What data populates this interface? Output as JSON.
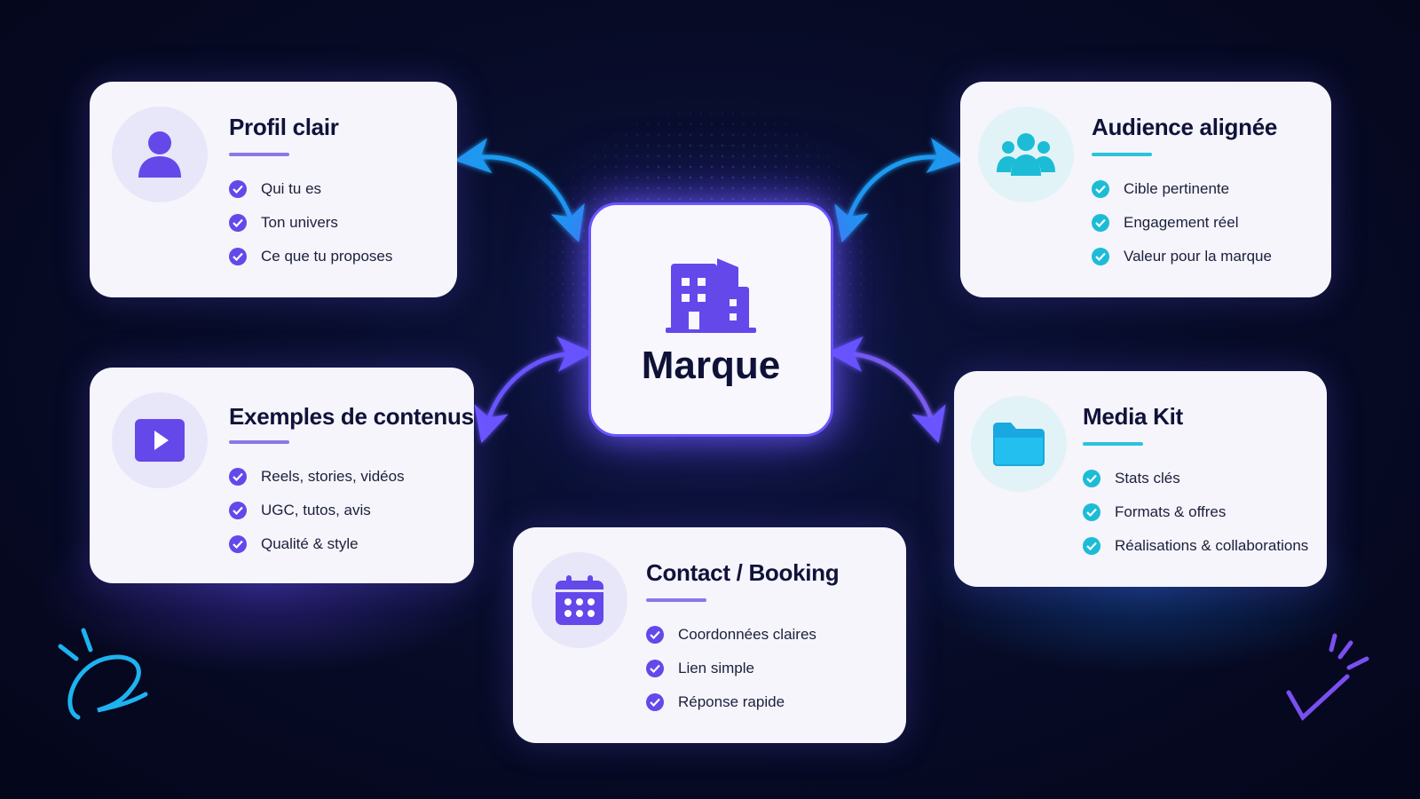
{
  "center": {
    "label": "Marque",
    "icon": "building-icon"
  },
  "cards": {
    "profil": {
      "title": "Profil clair",
      "icon": "user-icon",
      "items": [
        "Qui tu es",
        "Ton univers",
        "Ce que tu proposes"
      ]
    },
    "audience": {
      "title": "Audience alignée",
      "icon": "group-icon",
      "items": [
        "Cible pertinente",
        "Engagement réel",
        "Valeur pour la marque"
      ]
    },
    "exemples": {
      "title": "Exemples de contenus",
      "icon": "play-icon",
      "items": [
        "Reels, stories, vidéos",
        "UGC, tutos, avis",
        "Qualité & style"
      ]
    },
    "media": {
      "title": "Media Kit",
      "icon": "folder-icon",
      "items": [
        "Stats clés",
        "Formats & offres",
        "Réalisations & collaborations"
      ]
    },
    "contact": {
      "title": "Contact / Booking",
      "icon": "calendar-icon",
      "items": [
        "Coordonnées claires",
        "Lien simple",
        "Réponse rapide"
      ]
    }
  },
  "colors": {
    "purple": "#6448ea",
    "cyan": "#1cbcd6",
    "background": "#070b26",
    "arrow_blue": "#1e9bf0",
    "arrow_purple": "#6a55ff"
  }
}
